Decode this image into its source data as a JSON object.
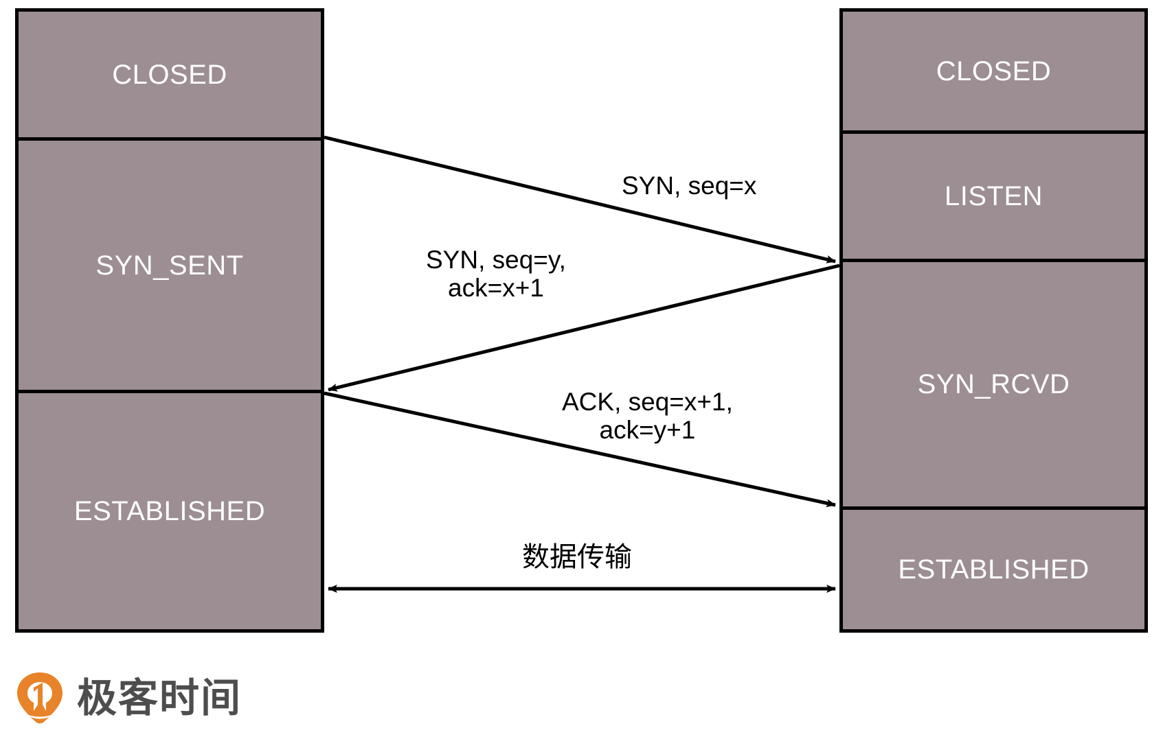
{
  "diagram": {
    "title": "TCP three-way handshake state transition diagram",
    "colors": {
      "box_fill": "#9c8e92",
      "box_stroke": "#000000",
      "state_text": "#ffffff",
      "label_text": "#000000",
      "background": "#ffffff",
      "brand_orange": "#e8832a",
      "brand_text": "#4d4d4d"
    }
  },
  "client": {
    "name": "client-column",
    "states": [
      {
        "label": "CLOSED"
      },
      {
        "label": "SYN_SENT"
      },
      {
        "label": "ESTABLISHED"
      }
    ]
  },
  "server": {
    "name": "server-column",
    "states": [
      {
        "label": "CLOSED"
      },
      {
        "label": "LISTEN"
      },
      {
        "label": "SYN_RCVD"
      },
      {
        "label": "ESTABLISHED"
      }
    ]
  },
  "messages": [
    {
      "id": "syn",
      "direction": "client-to-server",
      "lines": [
        "SYN, seq=x"
      ],
      "text": "SYN, seq=x"
    },
    {
      "id": "syn-ack",
      "direction": "server-to-client",
      "lines": [
        "SYN, seq=y,",
        "ack=x+1"
      ],
      "text": "SYN, seq=y,\nack=x+1"
    },
    {
      "id": "ack",
      "direction": "client-to-server",
      "lines": [
        "ACK, seq=x+1,",
        "ack=y+1"
      ],
      "text": "ACK, seq=x+1,\nack=y+1"
    },
    {
      "id": "data-transfer",
      "direction": "bidirectional",
      "lines": [
        "数据传输"
      ],
      "text": "数据传输"
    }
  ],
  "brand": {
    "name": "geektime-logo",
    "text": "极客时间"
  }
}
